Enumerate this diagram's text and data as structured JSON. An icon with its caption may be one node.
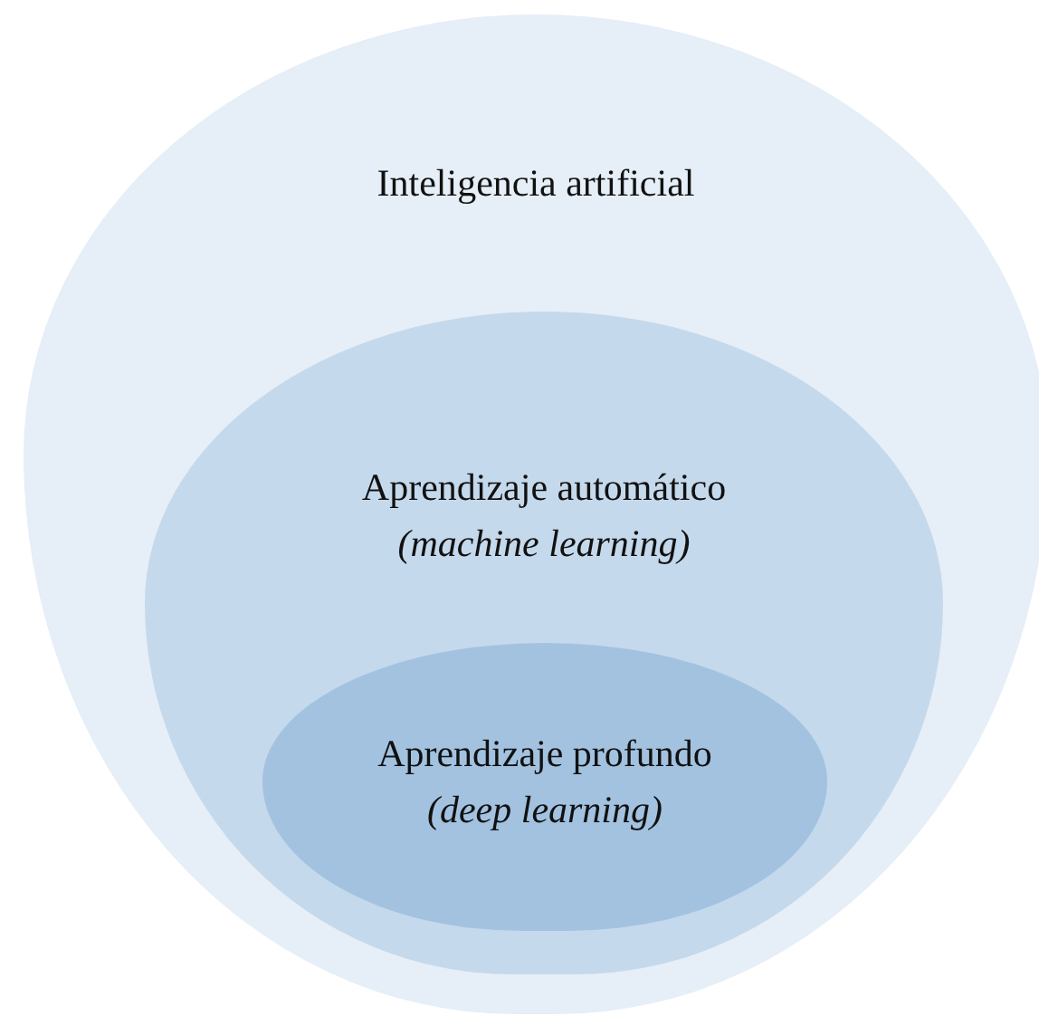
{
  "diagram": {
    "nodes": [
      {
        "text": [
          "Inteligencia artificial"
        ]
      },
      {
        "text": [
          "Aprendizaje automático",
          "(machine learning)"
        ],
        "in": 0
      },
      {
        "text": [
          "Aprendizaje profundo",
          "(deep learning)"
        ],
        "in": 1
      }
    ]
  }
}
